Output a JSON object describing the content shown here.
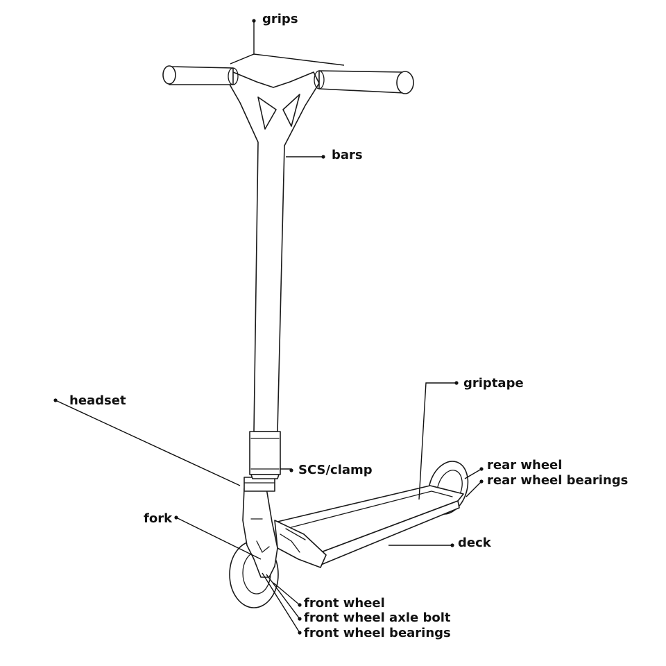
{
  "labels": {
    "grips": "grips",
    "bars": "bars",
    "headset": "headset",
    "scs_clamp": "SCS/clamp",
    "griptape": "griptape",
    "rear_wheel": "rear wheel",
    "rear_wheel_bearings": "rear wheel bearings",
    "fork": "fork",
    "deck": "deck",
    "front_wheel": "front wheel",
    "front_wheel_axle_bolt": "front wheel axle bolt",
    "front_wheel_bearings": "front wheel bearings"
  },
  "colors": {
    "line": "#111111",
    "background": "#ffffff"
  }
}
